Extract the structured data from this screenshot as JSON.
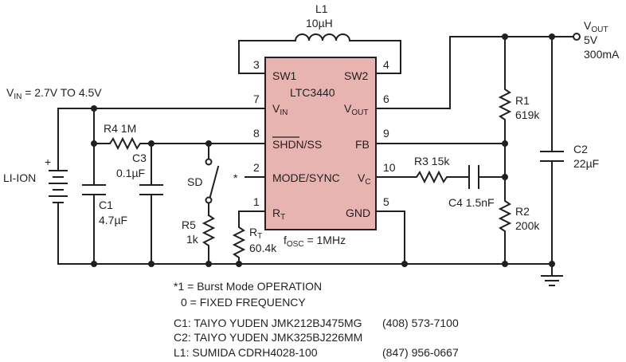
{
  "ic": {
    "name": "LTC3440",
    "pins": {
      "sw1": {
        "label": "SW1",
        "num": "3"
      },
      "sw2": {
        "label": "SW2",
        "num": "4"
      },
      "vin": {
        "label": "V",
        "sub": "IN",
        "num": "7"
      },
      "vout": {
        "label": "V",
        "sub": "OUT",
        "num": "6"
      },
      "shdn": {
        "label": "SHDN/SS",
        "num": "8"
      },
      "fb": {
        "label": "FB",
        "num": "9"
      },
      "mode": {
        "label": "MODE/SYNC",
        "num": "2"
      },
      "vc": {
        "label": "V",
        "sub": "C",
        "num": "10"
      },
      "rt": {
        "label": "R",
        "sub": "T",
        "num": "1"
      },
      "gnd": {
        "label": "GND",
        "num": "5"
      }
    }
  },
  "components": {
    "l1": {
      "name": "L1",
      "value": "10µH"
    },
    "r1": {
      "name": "R1",
      "value": "619k"
    },
    "r2": {
      "name": "R2",
      "value": "200k"
    },
    "r3": {
      "label": "R3 15k"
    },
    "r4": {
      "label": "R4 1M"
    },
    "r5": {
      "name": "R5",
      "value": "1k"
    },
    "rt": {
      "name": "R",
      "sub": "T",
      "value": "60.4k"
    },
    "c1": {
      "name": "C1",
      "value": "4.7µF"
    },
    "c2": {
      "name": "C2",
      "value": "22µF"
    },
    "c3": {
      "name": "C3",
      "value": "0.1µF"
    },
    "c4": {
      "label": "C4 1.5nF"
    },
    "battery": {
      "label": "LI-ION",
      "plus": "+"
    },
    "switch": {
      "label": "SD"
    }
  },
  "vin": {
    "label": "V",
    "sub": "IN",
    "value": " = 2.7V TO 4.5V"
  },
  "vout": {
    "label": "V",
    "sub": "OUT",
    "voltage": "5V",
    "current": "300mA"
  },
  "fosc": {
    "label": "f",
    "sub": "OSC",
    "value": " = 1MHz"
  },
  "mode_marker": "*",
  "notes": [
    "*1 = Burst Mode OPERATION",
    "0 = FIXED FREQUENCY"
  ],
  "parts": [
    {
      "text": "C1: TAIYO YUDEN JMK212BJ475MG",
      "phone": "(408) 573-7100"
    },
    {
      "text": "C2: TAIYO YUDEN JMK325BJ226MM",
      "phone": ""
    },
    {
      "text": "L1: SUMIDA CDRH4028-100",
      "phone": "(847) 956-0667"
    }
  ]
}
